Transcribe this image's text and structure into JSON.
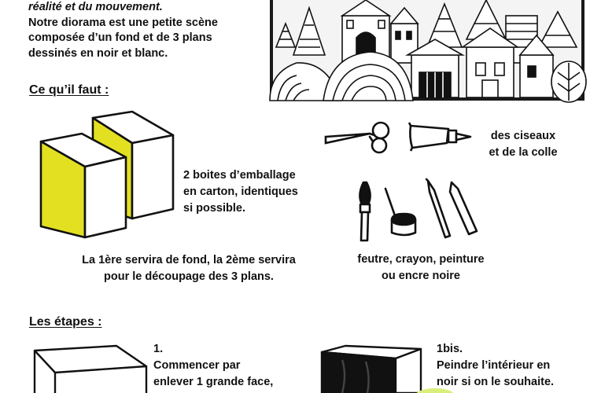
{
  "intro": {
    "line1": "réalité et du mouvement.",
    "line2": "Notre diorama est une petite scène",
    "line3": "composée d’un fond et de 3 plans",
    "line4": "dessinés en noir et blanc."
  },
  "materials": {
    "heading": "Ce qu’il faut :",
    "boxes_line1": "2 boites d’emballage",
    "boxes_line2": "en carton, identiques",
    "boxes_line3": "si possible.",
    "scissors_line1": "des ciseaux",
    "scissors_line2": "et de la colle",
    "usage_line1": "La 1ère servira de fond, la 2ème servira",
    "usage_line2": "pour le découpage des 3 plans.",
    "tools_line1": "feutre, crayon, peinture",
    "tools_line2": "ou encre noire"
  },
  "steps": {
    "heading": "Les étapes :",
    "step1_number": "1.",
    "step1_line1": "Commencer par",
    "step1_line2": "enlever 1 grande face,",
    "step1bis_number": "1bis.",
    "step1bis_line1": "Peindre l’intérieur en",
    "step1bis_line2": "noir si on le souhaite."
  },
  "colors": {
    "accent_yellow": "#e3e022",
    "ink": "#111111",
    "highlight_green": "#d9ef7a"
  }
}
